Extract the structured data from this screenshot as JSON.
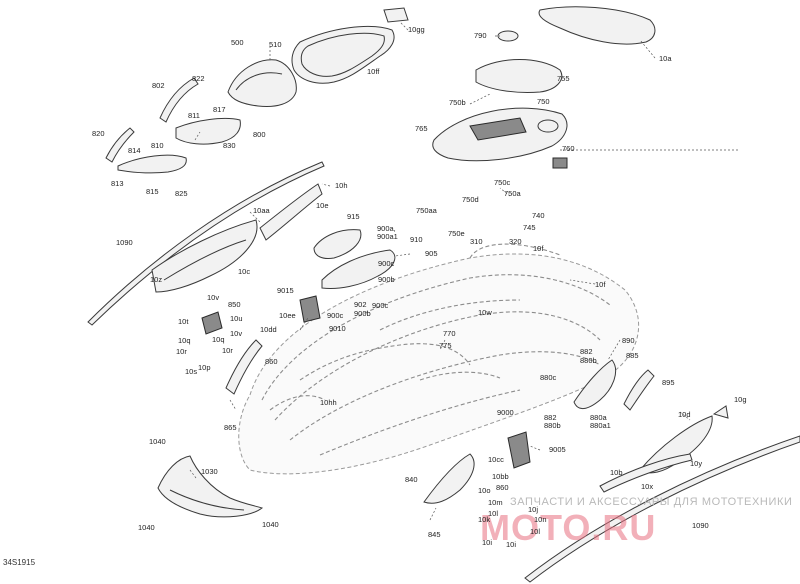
{
  "labels": {
    "l500": "500",
    "l510": "510",
    "l10gg": "10gg",
    "l10ff": "10ff",
    "l790": "790",
    "l10a": "10a",
    "l755": "755",
    "l750b": "750b",
    "l750": "750",
    "l765": "765",
    "l760": "760",
    "l802": "802",
    "l822": "822",
    "l811": "811",
    "l817": "817",
    "l800": "800",
    "l820": "820",
    "l810": "810",
    "l814": "814",
    "l830": "830",
    "l813": "813",
    "l815": "815",
    "l825": "825",
    "l10h": "10h",
    "l10e": "10e",
    "l750c": "750c",
    "l750a": "750a",
    "l750d": "750d",
    "l750aa": "750aa",
    "l740": "740",
    "l745": "745",
    "l750e": "750e",
    "l10aa": "10aa",
    "l915": "915",
    "l900a": "900a,",
    "l900a1": "900a1",
    "l910": "910",
    "l310": "310",
    "l320": "320",
    "l10f_top": "10f",
    "l1090_left": "1090",
    "l905": "905",
    "l900c_a": "900c",
    "l900b_a": "900b",
    "l10f_right": "10f",
    "l10z": "10z",
    "l10c": "10c",
    "l9015": "9015",
    "l902": "902",
    "l900c_b": "900c",
    "l900b_b": "900b",
    "l10v_a": "10v",
    "l850": "850",
    "l10ee": "10ee",
    "l900c_c": "900c",
    "l9010": "9010",
    "l10t": "10t",
    "l10u": "10u",
    "l10v_b": "10v",
    "l10w": "10w",
    "l10q_a": "10q",
    "l10q_b": "10q",
    "l10dd": "10dd",
    "l770": "770",
    "l775": "775",
    "l890": "890",
    "l882": "882",
    "l880b_a": "880b",
    "l885": "885",
    "l10r_a": "10r",
    "l10r_b": "10r",
    "l860": "860",
    "l10s": "10s",
    "l10p": "10p",
    "l880c": "880c",
    "l895": "895",
    "l882b": "882",
    "l880b_b": "880b",
    "l880a": "880a",
    "l880a1": "880a1",
    "l10hh": "10hh",
    "l865": "865",
    "l9000": "9000",
    "l10d": "10d",
    "l10g": "10g",
    "l9005": "9005",
    "l10cc": "10cc",
    "l10bb": "10bb",
    "l1040_top": "1040",
    "l1030": "1030",
    "l840": "840",
    "l10b": "10b",
    "l10y": "10y",
    "l10x": "10x",
    "l860b": "860",
    "l10o": "10o",
    "l10m": "10m",
    "l10l": "10l",
    "l10j": "10j",
    "l10k": "10k",
    "l10n": "10n",
    "l1090_right": "1090",
    "l1040_left": "1040",
    "l1040_right": "1040",
    "l845": "845",
    "l10i_a": "10i",
    "l10i_b": "10i",
    "l10l_b": "10l"
  },
  "watermark": {
    "line1": "ЗАПЧАСТИ И АКСЕССУАРЫ ДЛЯ МОТОТЕХНИКИ",
    "line2": "MOTO.RU"
  },
  "diagram_code": "34S1915",
  "colors": {
    "line": "#3a3a3a",
    "hull_dashed": "#8c8c8c",
    "watermark_red": "#e86f80",
    "watermark_gray": "#b9b9b9"
  }
}
